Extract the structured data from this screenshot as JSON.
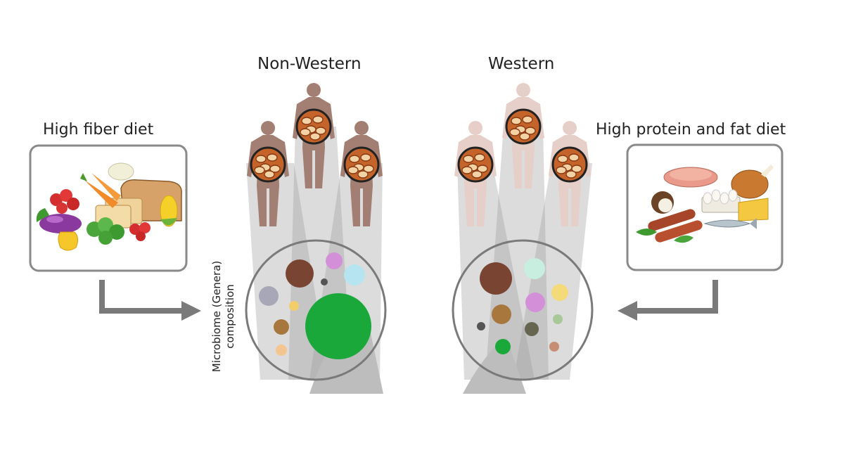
{
  "groups": {
    "non_western": "Non-Western",
    "western": "Western"
  },
  "diets": {
    "high_fiber": "High fiber diet",
    "high_protein_fat": "High protein and fat diet"
  },
  "axis": {
    "line1": "Microbiome (Genera)",
    "line2": "composition"
  },
  "colors": {
    "body_non_western": "#a27f72",
    "body_western": "#e6cfc8",
    "circle_outline": "#777777",
    "projection": "#bbbbbb",
    "arrow": "#777777",
    "box_outline": "#888888",
    "gut": "#c4632a"
  },
  "microbiome": {
    "non_western": [
      {
        "color": "#1aa83a",
        "size": "large"
      },
      {
        "color": "#7a4433",
        "size": "medium"
      },
      {
        "color": "#a8a7b7",
        "size": "small"
      },
      {
        "color": "#b6e4f0",
        "size": "small"
      },
      {
        "color": "#d48fd9",
        "size": "small"
      },
      {
        "color": "#a8773e",
        "size": "small"
      },
      {
        "color": "#f3cd6a",
        "size": "tiny"
      },
      {
        "color": "#f4c590",
        "size": "tiny"
      },
      {
        "color": "#555555",
        "size": "tiny"
      }
    ],
    "western": [
      {
        "color": "#7a4433",
        "size": "medium"
      },
      {
        "color": "#c7eedf",
        "size": "small"
      },
      {
        "color": "#d48fd9",
        "size": "small"
      },
      {
        "color": "#f5da7a",
        "size": "small"
      },
      {
        "color": "#a8773e",
        "size": "small"
      },
      {
        "color": "#666650",
        "size": "small"
      },
      {
        "color": "#1aa83a",
        "size": "small"
      },
      {
        "color": "#a9c89a",
        "size": "tiny"
      },
      {
        "color": "#c68e74",
        "size": "tiny"
      },
      {
        "color": "#555555",
        "size": "tiny"
      }
    ]
  },
  "icons": {
    "fiber_foods": "vegetables-fruit-bread-icon",
    "protein_foods": "meat-fish-eggs-cheese-icon",
    "human": "human-figure-icon",
    "gut": "intestine-icon"
  }
}
